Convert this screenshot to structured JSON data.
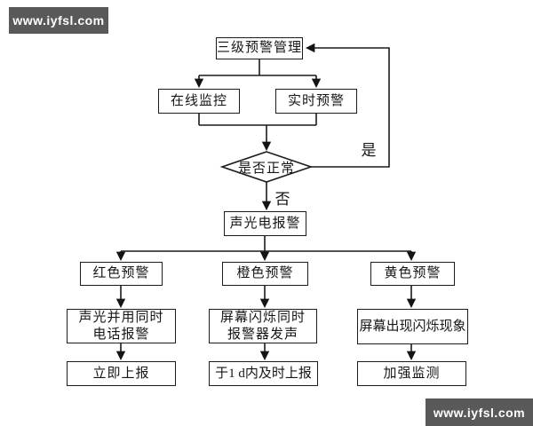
{
  "watermarks": {
    "top_left": "www.iyfsl.com",
    "bottom_right": "www.iyfsl.com"
  },
  "flowchart": {
    "nodes": {
      "management": "三级预警管理",
      "online": "在线监控",
      "realtime": "实时预警",
      "decision": "是否正常",
      "alarm": "声光电报警",
      "red": "红色预警",
      "orange": "橙色预警",
      "yellow": "黄色预警",
      "red_action": "声光并用同时\n电话报警",
      "orange_action": "屏幕闪烁同时\n报警器发声",
      "yellow_action": "屏幕出现闪烁现象",
      "red_report": "立即上报",
      "orange_report": "于1 d内及时上报",
      "yellow_report": "加强监测"
    },
    "edge_labels": {
      "yes": "是",
      "no": "否"
    }
  },
  "colors": {
    "line": "#1a1a1a",
    "box_border": "#1c1c1c",
    "box_bg": "#ffffff",
    "watermark_bg": "#595959",
    "watermark_text": "#ffffff",
    "canvas_bg": "#ffffff"
  }
}
